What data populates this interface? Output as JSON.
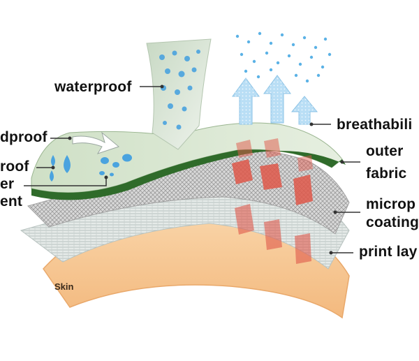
{
  "labels": {
    "waterproof": "waterproof",
    "breathability": "breathabili",
    "windproof": "dproof",
    "proof": "roof",
    "water_repellent_1": "er",
    "water_repellent_2": "ent",
    "outer_fabric_1": "outer",
    "outer_fabric_2": "fabric",
    "micro_coating_1": "microp",
    "micro_coating_2": "coating",
    "print_layer": "print lay",
    "skin": "Skin"
  },
  "colors": {
    "outer_fabric_top": "#d8e6cf",
    "outer_fabric_edge": "#2f6b2a",
    "membrane": "#c9c9c9",
    "print_layer": "#dfe5e3",
    "skin": "#f7c997",
    "water_drop": "#4aa3df",
    "vapor_arrow": "#b9def5",
    "heat_patch": "#e0584a",
    "leader_line": "#333333"
  },
  "icons": [
    "water-drop-icon",
    "vapor-arrow-icon",
    "wind-icon",
    "heat-patch-icon"
  ]
}
